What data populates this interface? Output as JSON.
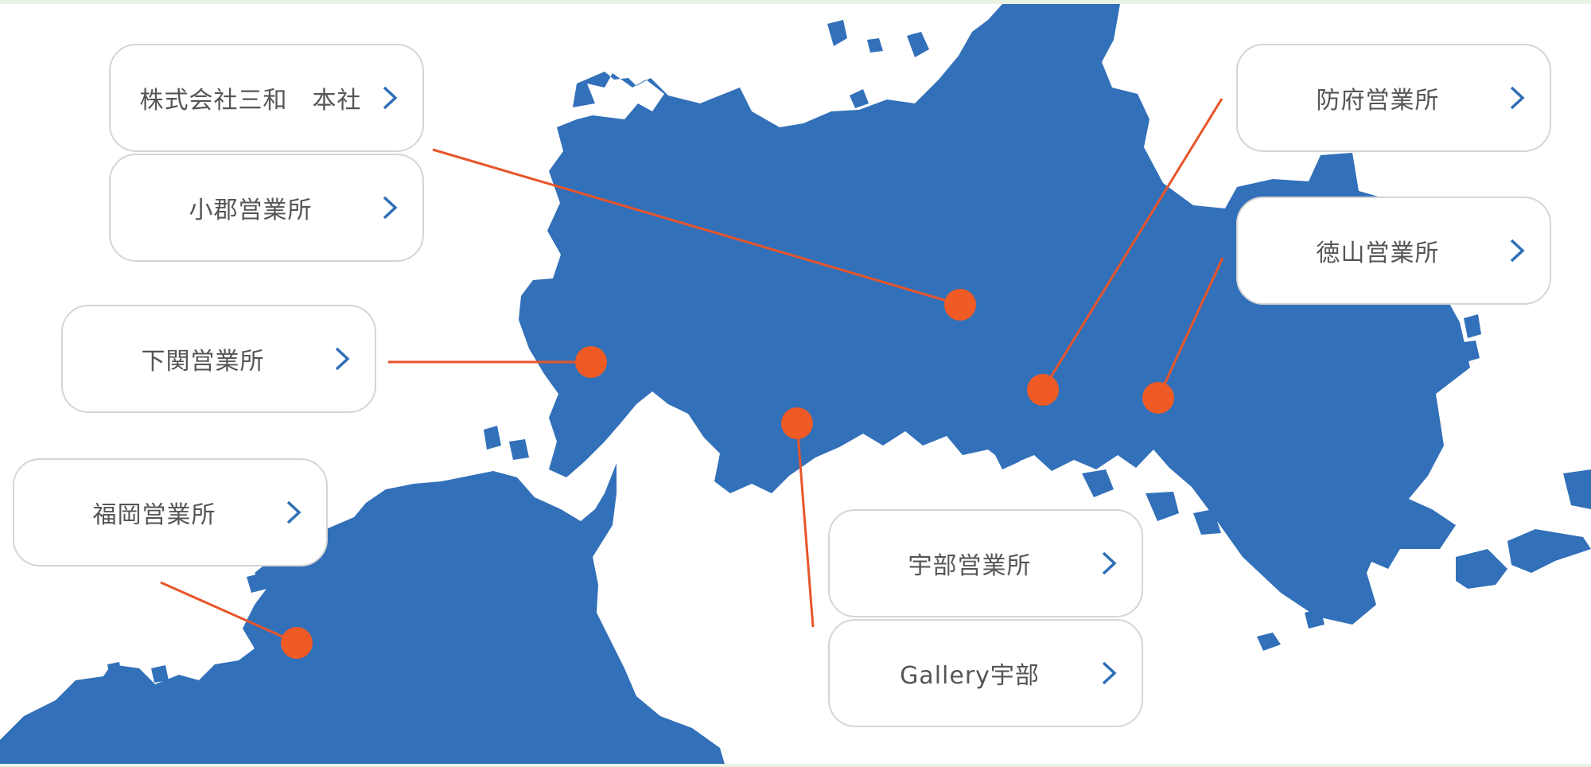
{
  "colors": {
    "land": "#3270b9",
    "marker": "#f05a24",
    "line": "#e8552a",
    "chevron": "#2e6fb7",
    "border": "#d5d5d5",
    "text": "#555555"
  },
  "icons": {
    "chevron": "chevron-right-icon",
    "marker": "location-dot"
  },
  "offices": [
    {
      "id": "honsha",
      "label": "株式会社三和　本社"
    },
    {
      "id": "ogori",
      "label": "小郡営業所"
    },
    {
      "id": "shimonoseki",
      "label": "下関営業所"
    },
    {
      "id": "fukuoka",
      "label": "福岡営業所"
    },
    {
      "id": "hofu",
      "label": "防府営業所"
    },
    {
      "id": "tokuyama",
      "label": "徳山営業所"
    },
    {
      "id": "ube",
      "label": "宇部営業所"
    },
    {
      "id": "gallery",
      "label": "Gallery宇部"
    }
  ]
}
